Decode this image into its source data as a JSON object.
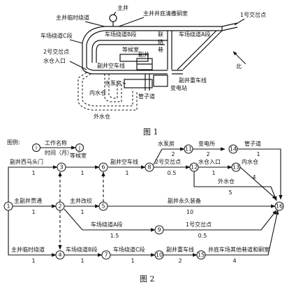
{
  "figure1": {
    "caption": "图 1",
    "labels": {
      "main_shaft": "主井",
      "main_temp_bypass": "主井临时绕道",
      "main_bottom_cleanup": "主井井底清撒硐室",
      "junction1": "1号交岔点",
      "bypass_b": "车场绕道B段",
      "bypass_a": "车场绕道A段",
      "bypass_c": "车场绕道C段",
      "connecting_lane": "联络巷",
      "waiting_room": "等候室",
      "junction2": "2号交岔点",
      "sump_entrance": "水仓入口",
      "aux_empty_line": "副井空车线",
      "aux_shaft": "副井",
      "aux_heavy_line": "副井重车线",
      "pump_room": "水泵房",
      "pipe_lane": "管子道",
      "substation": "变电站",
      "inner_sump": "内水仓",
      "outer_sump": "外水仓",
      "north": "北"
    }
  },
  "figure2": {
    "caption": "图 2",
    "legend": {
      "title": "图例:",
      "i": "i",
      "j": "j",
      "work_name": "工作名称",
      "duration": "时间（月）"
    },
    "nodes": [
      "1",
      "2",
      "3",
      "4",
      "5",
      "6",
      "7",
      "8",
      "9",
      "10",
      "11",
      "12",
      "13",
      "14",
      "15",
      "16"
    ],
    "activities": [
      {
        "name": "副井西马头门",
        "dur": "1"
      },
      {
        "name": "等候室",
        "dur": "1"
      },
      {
        "name": "副井空车线",
        "dur": "1"
      },
      {
        "name": "2号交岔点",
        "dur": "0.5"
      },
      {
        "name": "水泵房",
        "dur": "2"
      },
      {
        "name": "变电所",
        "dur": "2"
      },
      {
        "name": "管子道",
        "dur": "1"
      },
      {
        "name": "水仓入口",
        "dur": "1"
      },
      {
        "name": "内水仓",
        "dur": "4"
      },
      {
        "name": "外水仓",
        "dur": "5"
      },
      {
        "name": "主副井贯通",
        "dur": "1"
      },
      {
        "name": "主井改绞",
        "dur": "1"
      },
      {
        "name": "副井永久装备",
        "dur": "10"
      },
      {
        "name": "车场绕道A段",
        "dur": "1.5"
      },
      {
        "name": "1号交岔点",
        "dur": "0.5"
      },
      {
        "name": "主井临时绕道",
        "dur": "1"
      },
      {
        "name": "车场绕道B段",
        "dur": "1"
      },
      {
        "name": "车场绕道C段",
        "dur": "1"
      },
      {
        "name": "副井重车线",
        "dur": "2"
      },
      {
        "name": "井底车场其他巷道和硐室",
        "dur": "4"
      }
    ]
  }
}
